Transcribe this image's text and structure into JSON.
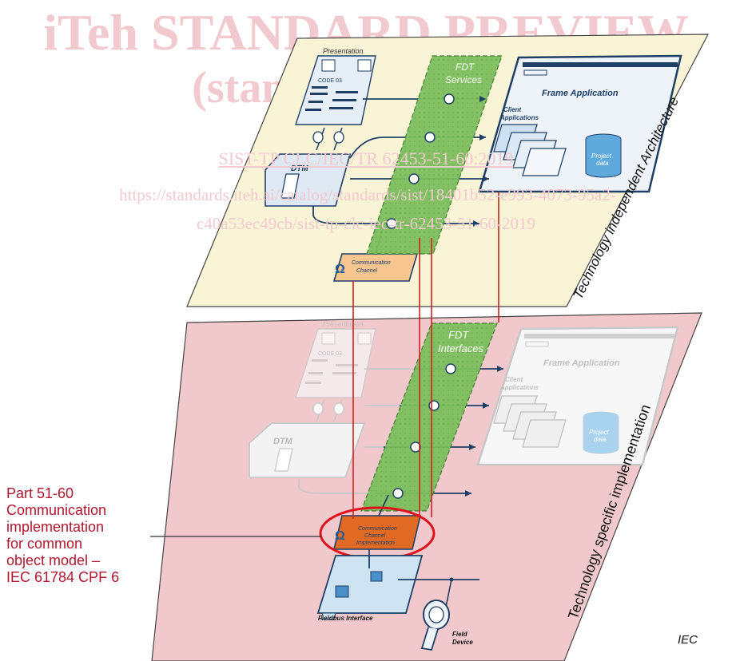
{
  "watermark": {
    "line1": "iTeh STANDARD PREVIEW",
    "line2": "(standards.iteh.ai)",
    "line3": "SIST-TP CLC/IEC/TR 62453-51-60:2019",
    "line4": "https://standards.iteh.ai/catalog/standards/sist/18401b52-e993-4073-95a2-",
    "line5": "c40a53ec49cb/sist-tp-clc-iec-tr-62453-51-60-2019"
  },
  "upper_plane": {
    "title": "Technology independent Architecture",
    "presentation_label": "Presentation",
    "code_label": "CODE 03",
    "dtm_label": "DTM",
    "fdt_label_1": "FDT",
    "fdt_label_2": "Services",
    "frame_app_label": "Frame Application",
    "client_apps_1": "Client",
    "client_apps_2": "Applications",
    "project_data_1": "Project",
    "project_data_2": "data",
    "comm_channel_1": "Communication",
    "comm_channel_2": "Channel",
    "color": "#faf4d6"
  },
  "lower_plane": {
    "title": "Technology specific implementation",
    "presentation_label": "Presentation",
    "code_label": "CODE 03",
    "dtm_label": "DTM",
    "fdt_label_1": "FDT",
    "fdt_label_2": "Interfaces",
    "frame_app_label": "Frame Application",
    "client_apps_1": "Client",
    "client_apps_2": "Applications",
    "project_data_1": "Project",
    "project_data_2": "data",
    "comm_impl_1": "Communication",
    "comm_impl_2": "Channel",
    "comm_impl_3": "Implementation",
    "fieldbus_label": "Fieldbus Interface",
    "field_device_1": "Field",
    "field_device_2": "Device",
    "color": "#f1c9cc"
  },
  "annotation": {
    "lines": [
      "Part 51-60",
      "Communication",
      "implementation",
      "for common",
      "object model –",
      "IEC 61784 CPF 6"
    ],
    "color": "#b0172e"
  },
  "credit": "IEC",
  "colors": {
    "fdt_band": "#7dbf5e",
    "connector": "#1f3f66",
    "red_line": "#d21f1f",
    "highlight": "#e0101a"
  }
}
